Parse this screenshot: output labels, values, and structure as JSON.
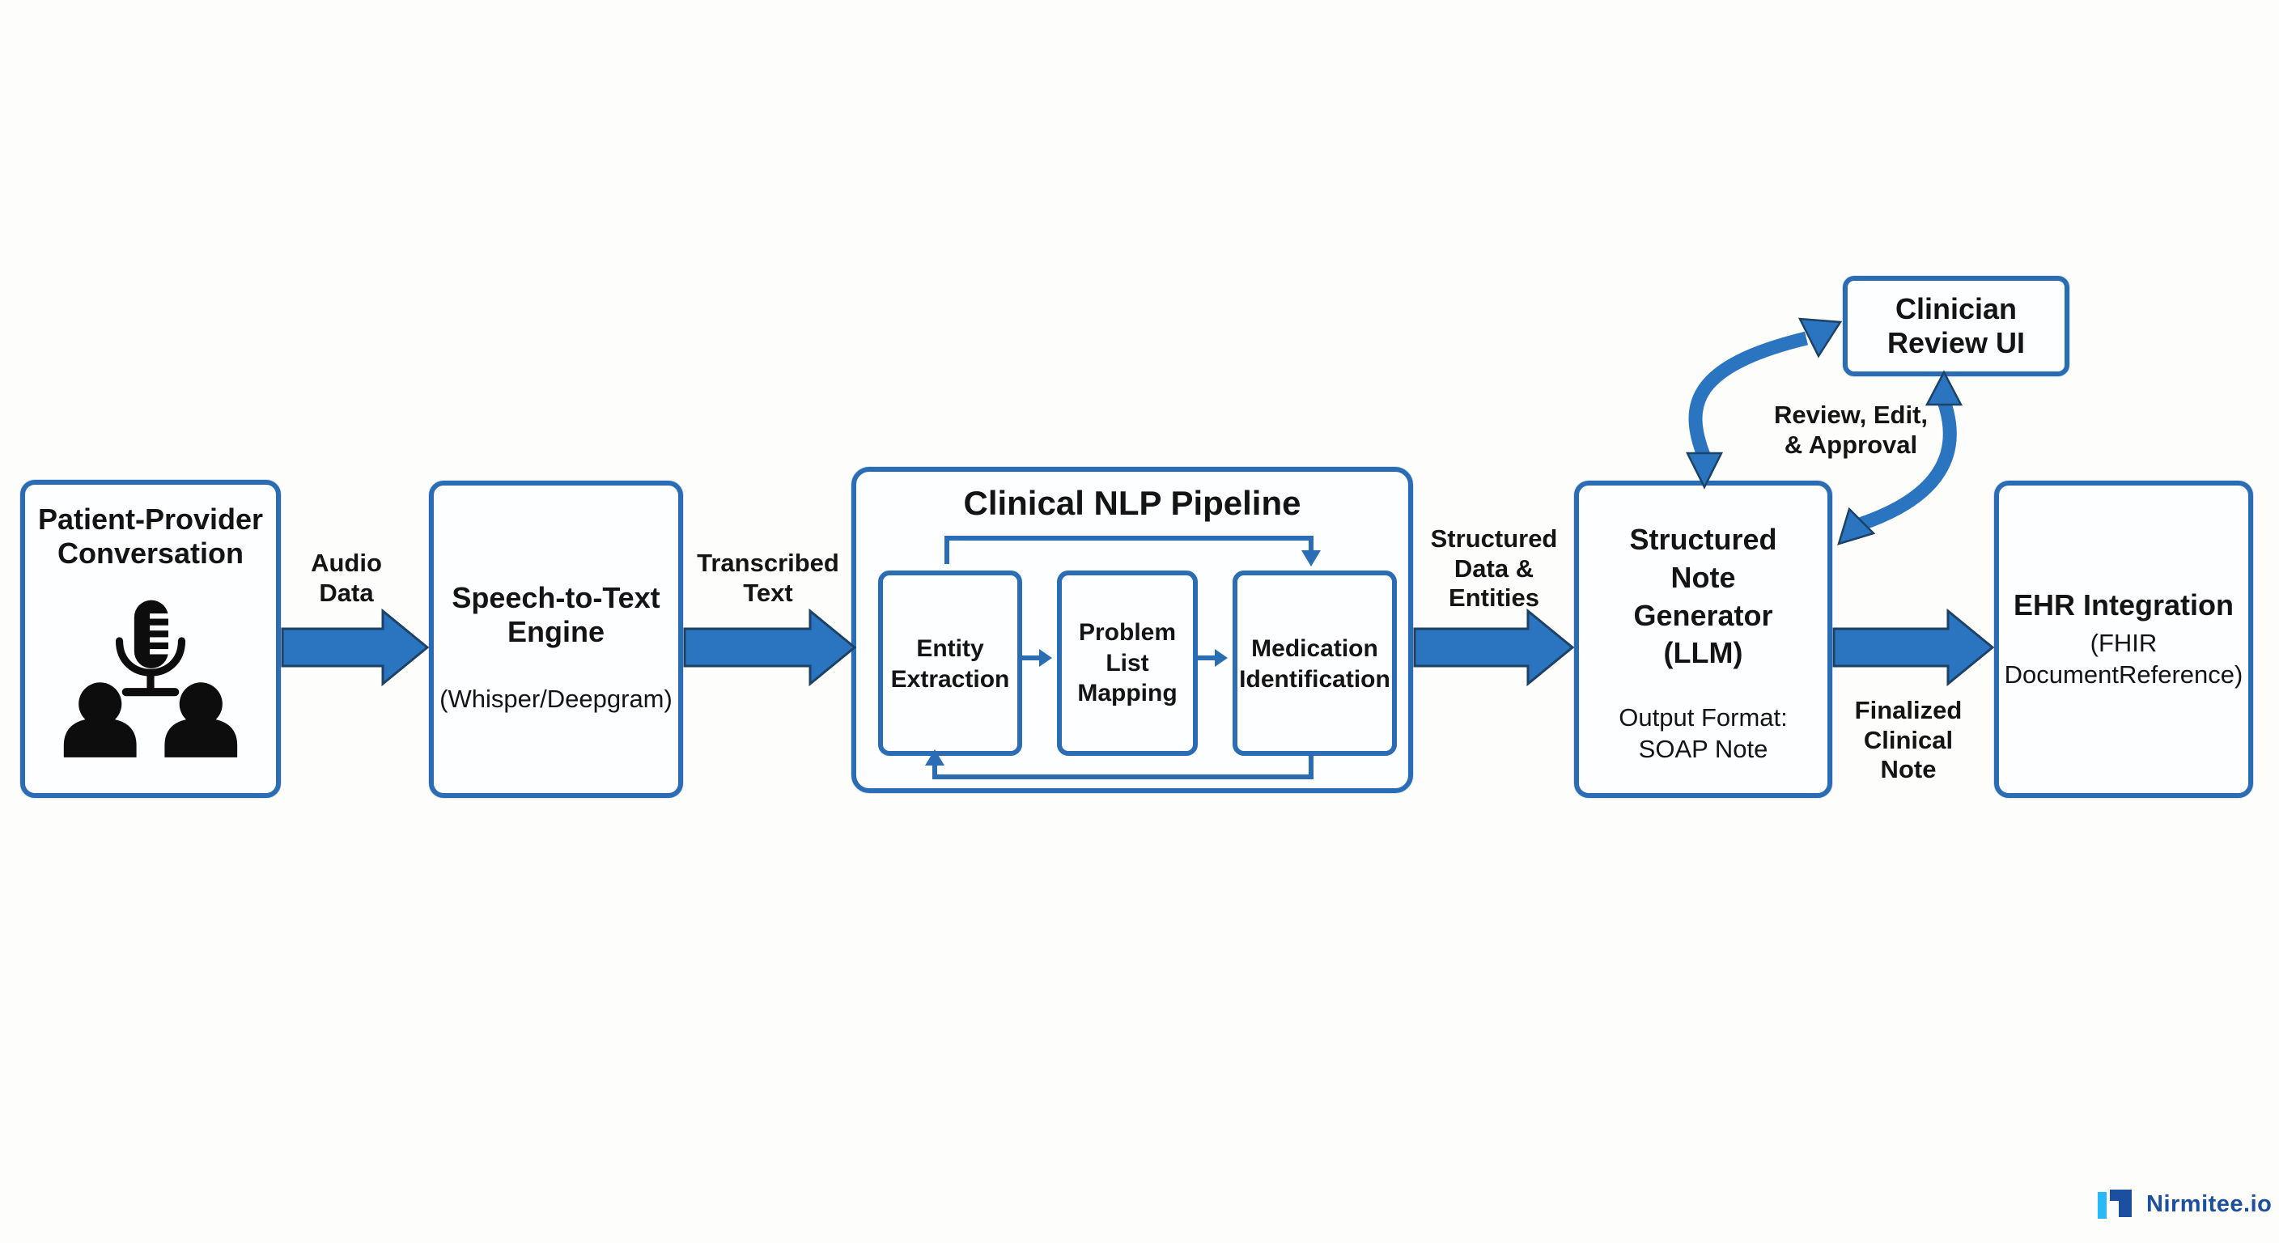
{
  "colors": {
    "box-border": "#2a6db5",
    "box-fill": "#fdfeff",
    "arrow-fill": "#2b74c0",
    "arrow-stroke": "#1c4266",
    "text": "#141414",
    "logo-light": "#29b9f6",
    "logo-dark": "#1d4fa1"
  },
  "nodes": {
    "patient": {
      "title": "Patient-Provider\nConversation"
    },
    "stt": {
      "title": "Speech-to-Text\nEngine",
      "subtitle": "(Whisper/Deepgram)"
    },
    "pipeline": {
      "title": "Clinical NLP Pipeline",
      "steps": {
        "entity": "Entity\nExtraction",
        "problem": "Problem\nList\nMapping",
        "medication": "Medication\nIdentification"
      }
    },
    "sng": {
      "title": "Structured\nNote\nGenerator\n(LLM)",
      "subtitle": "Output Format:\nSOAP Note"
    },
    "clinician": {
      "title": "Clinician\nReview UI"
    },
    "ehr": {
      "title": "EHR Integration",
      "subtitle": "(FHIR\nDocumentReference)"
    }
  },
  "edges": {
    "audio": "Audio\nData",
    "transcribed": "Transcribed\nText",
    "structured": "Structured\nData &\nEntities",
    "review": "Review, Edit,\n& Approval",
    "finalized": "Finalized\nClinical\nNote"
  },
  "footer": {
    "brand": "Nirmitee.io"
  }
}
